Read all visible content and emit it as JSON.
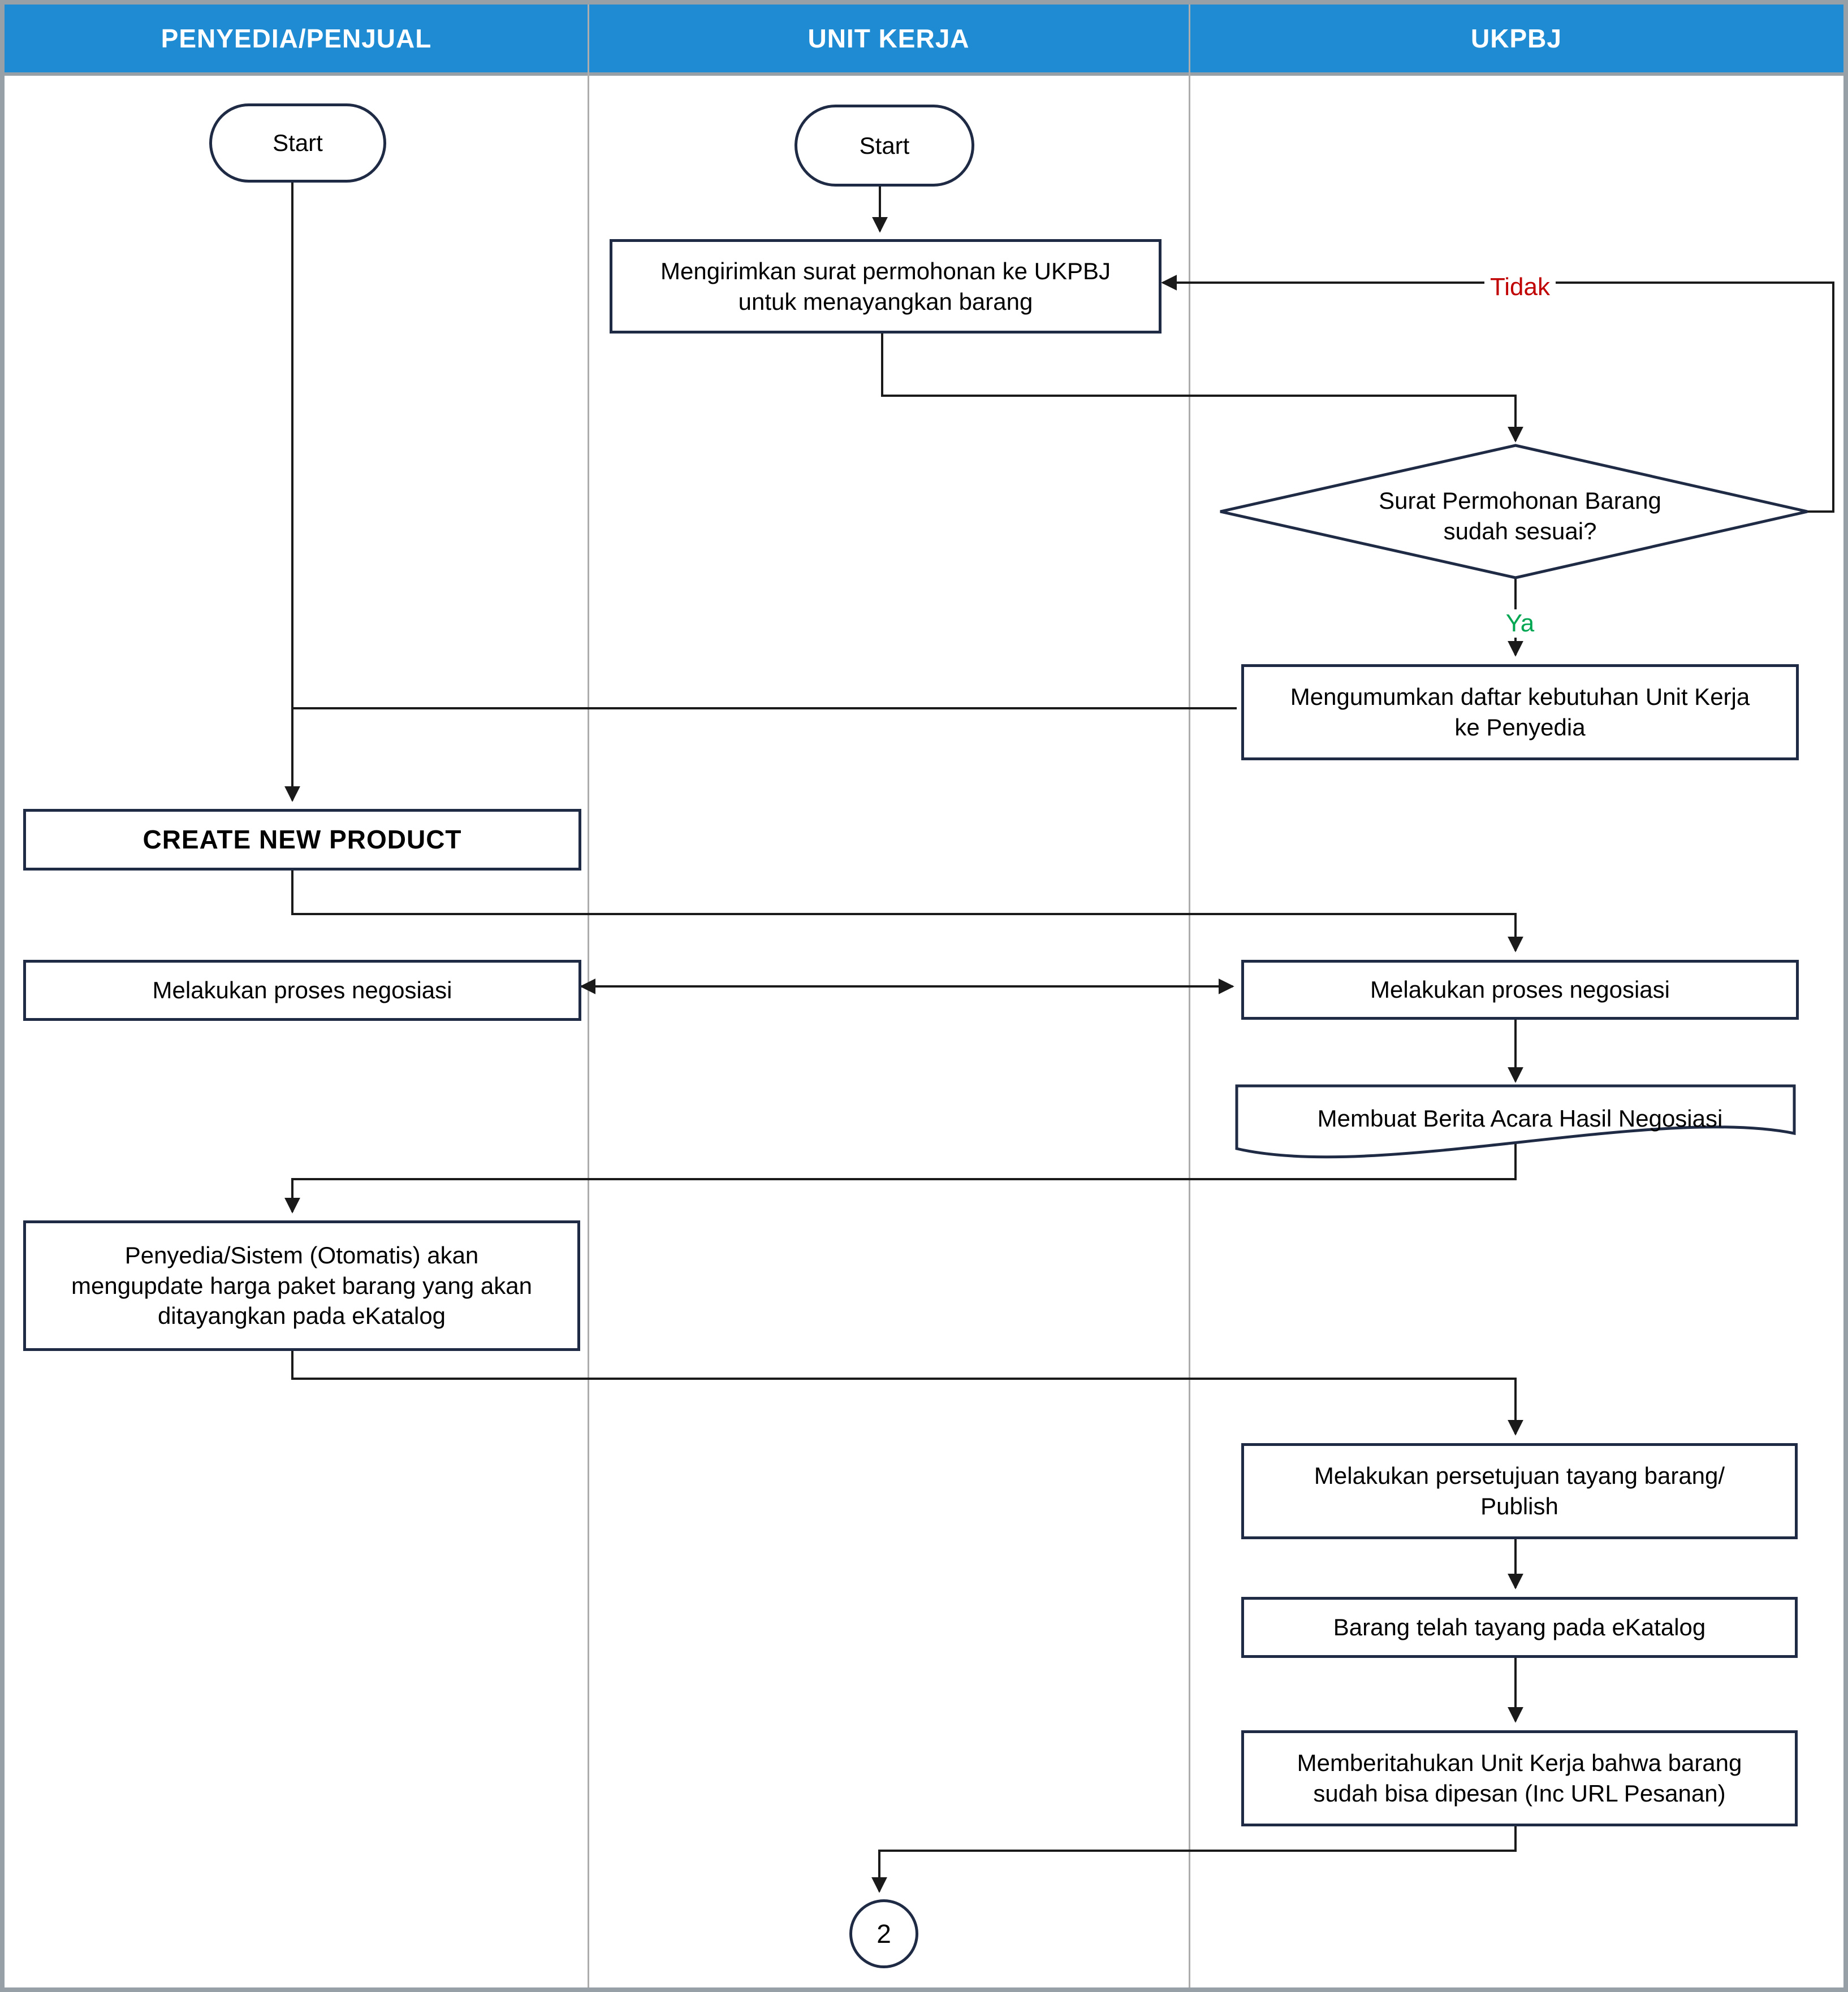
{
  "diagram": {
    "type": "swimlane-flowchart",
    "lanes": [
      {
        "label": "PENYEDIA/PENJUAL"
      },
      {
        "label": "UNIT KERJA"
      },
      {
        "label": "UKPBJ"
      }
    ],
    "nodes": {
      "start_penyedia": {
        "label": "Start",
        "type": "terminator",
        "lane": "PENYEDIA/PENJUAL"
      },
      "start_unit_kerja": {
        "label": "Start",
        "type": "terminator",
        "lane": "UNIT KERJA"
      },
      "kirim_surat": {
        "label": "Mengirimkan surat permohonan ke UKPBJ\nuntuk menayangkan barang",
        "type": "process",
        "lane": "UNIT KERJA"
      },
      "decision_surat": {
        "label": "Surat Permohonan Barang\nsudah sesuai?",
        "type": "decision",
        "lane": "UKPBJ"
      },
      "umumkan": {
        "label": "Mengumumkan daftar kebutuhan Unit Kerja\nke Penyedia",
        "type": "process",
        "lane": "UKPBJ"
      },
      "create_product": {
        "label": "CREATE NEW PRODUCT",
        "type": "process",
        "lane": "PENYEDIA/PENJUAL"
      },
      "nego_penyedia": {
        "label": "Melakukan proses negosiasi",
        "type": "process",
        "lane": "PENYEDIA/PENJUAL"
      },
      "nego_ukpbj": {
        "label": "Melakukan proses negosiasi",
        "type": "process",
        "lane": "UKPBJ"
      },
      "berita_acara": {
        "label": "Membuat Berita Acara Hasil Negosiasi",
        "type": "document",
        "lane": "UKPBJ"
      },
      "update_harga": {
        "label": "Penyedia/Sistem (Otomatis) akan\nmengupdate harga paket barang yang akan\nditayangkan pada eKatalog",
        "type": "process",
        "lane": "PENYEDIA/PENJUAL"
      },
      "persetujuan": {
        "label": "Melakukan persetujuan tayang barang/\nPublish",
        "type": "process",
        "lane": "UKPBJ"
      },
      "tayang": {
        "label": "Barang telah tayang pada eKatalog",
        "type": "process",
        "lane": "UKPBJ"
      },
      "beritahu": {
        "label": "Memberitahukan Unit Kerja bahwa barang\nsudah bisa dipesan (Inc URL Pesanan)",
        "type": "process",
        "lane": "UKPBJ"
      },
      "offpage_connector": {
        "label": "2",
        "type": "connector",
        "lane": "UNIT KERJA"
      }
    },
    "edge_labels": {
      "no": {
        "label": "Tidak",
        "color": "#C00000"
      },
      "yes": {
        "label": "Ya",
        "color": "#00A651"
      }
    },
    "colors": {
      "header_bg": "#1E8BD3",
      "header_text": "#FFFFFF",
      "shape_border": "#1F2A44",
      "connector_line": "#1A1A1A",
      "lane_divider": "#ADADAD",
      "outer_border": "#97A0A6",
      "no_label": "#C00000",
      "yes_label": "#00A651"
    }
  }
}
